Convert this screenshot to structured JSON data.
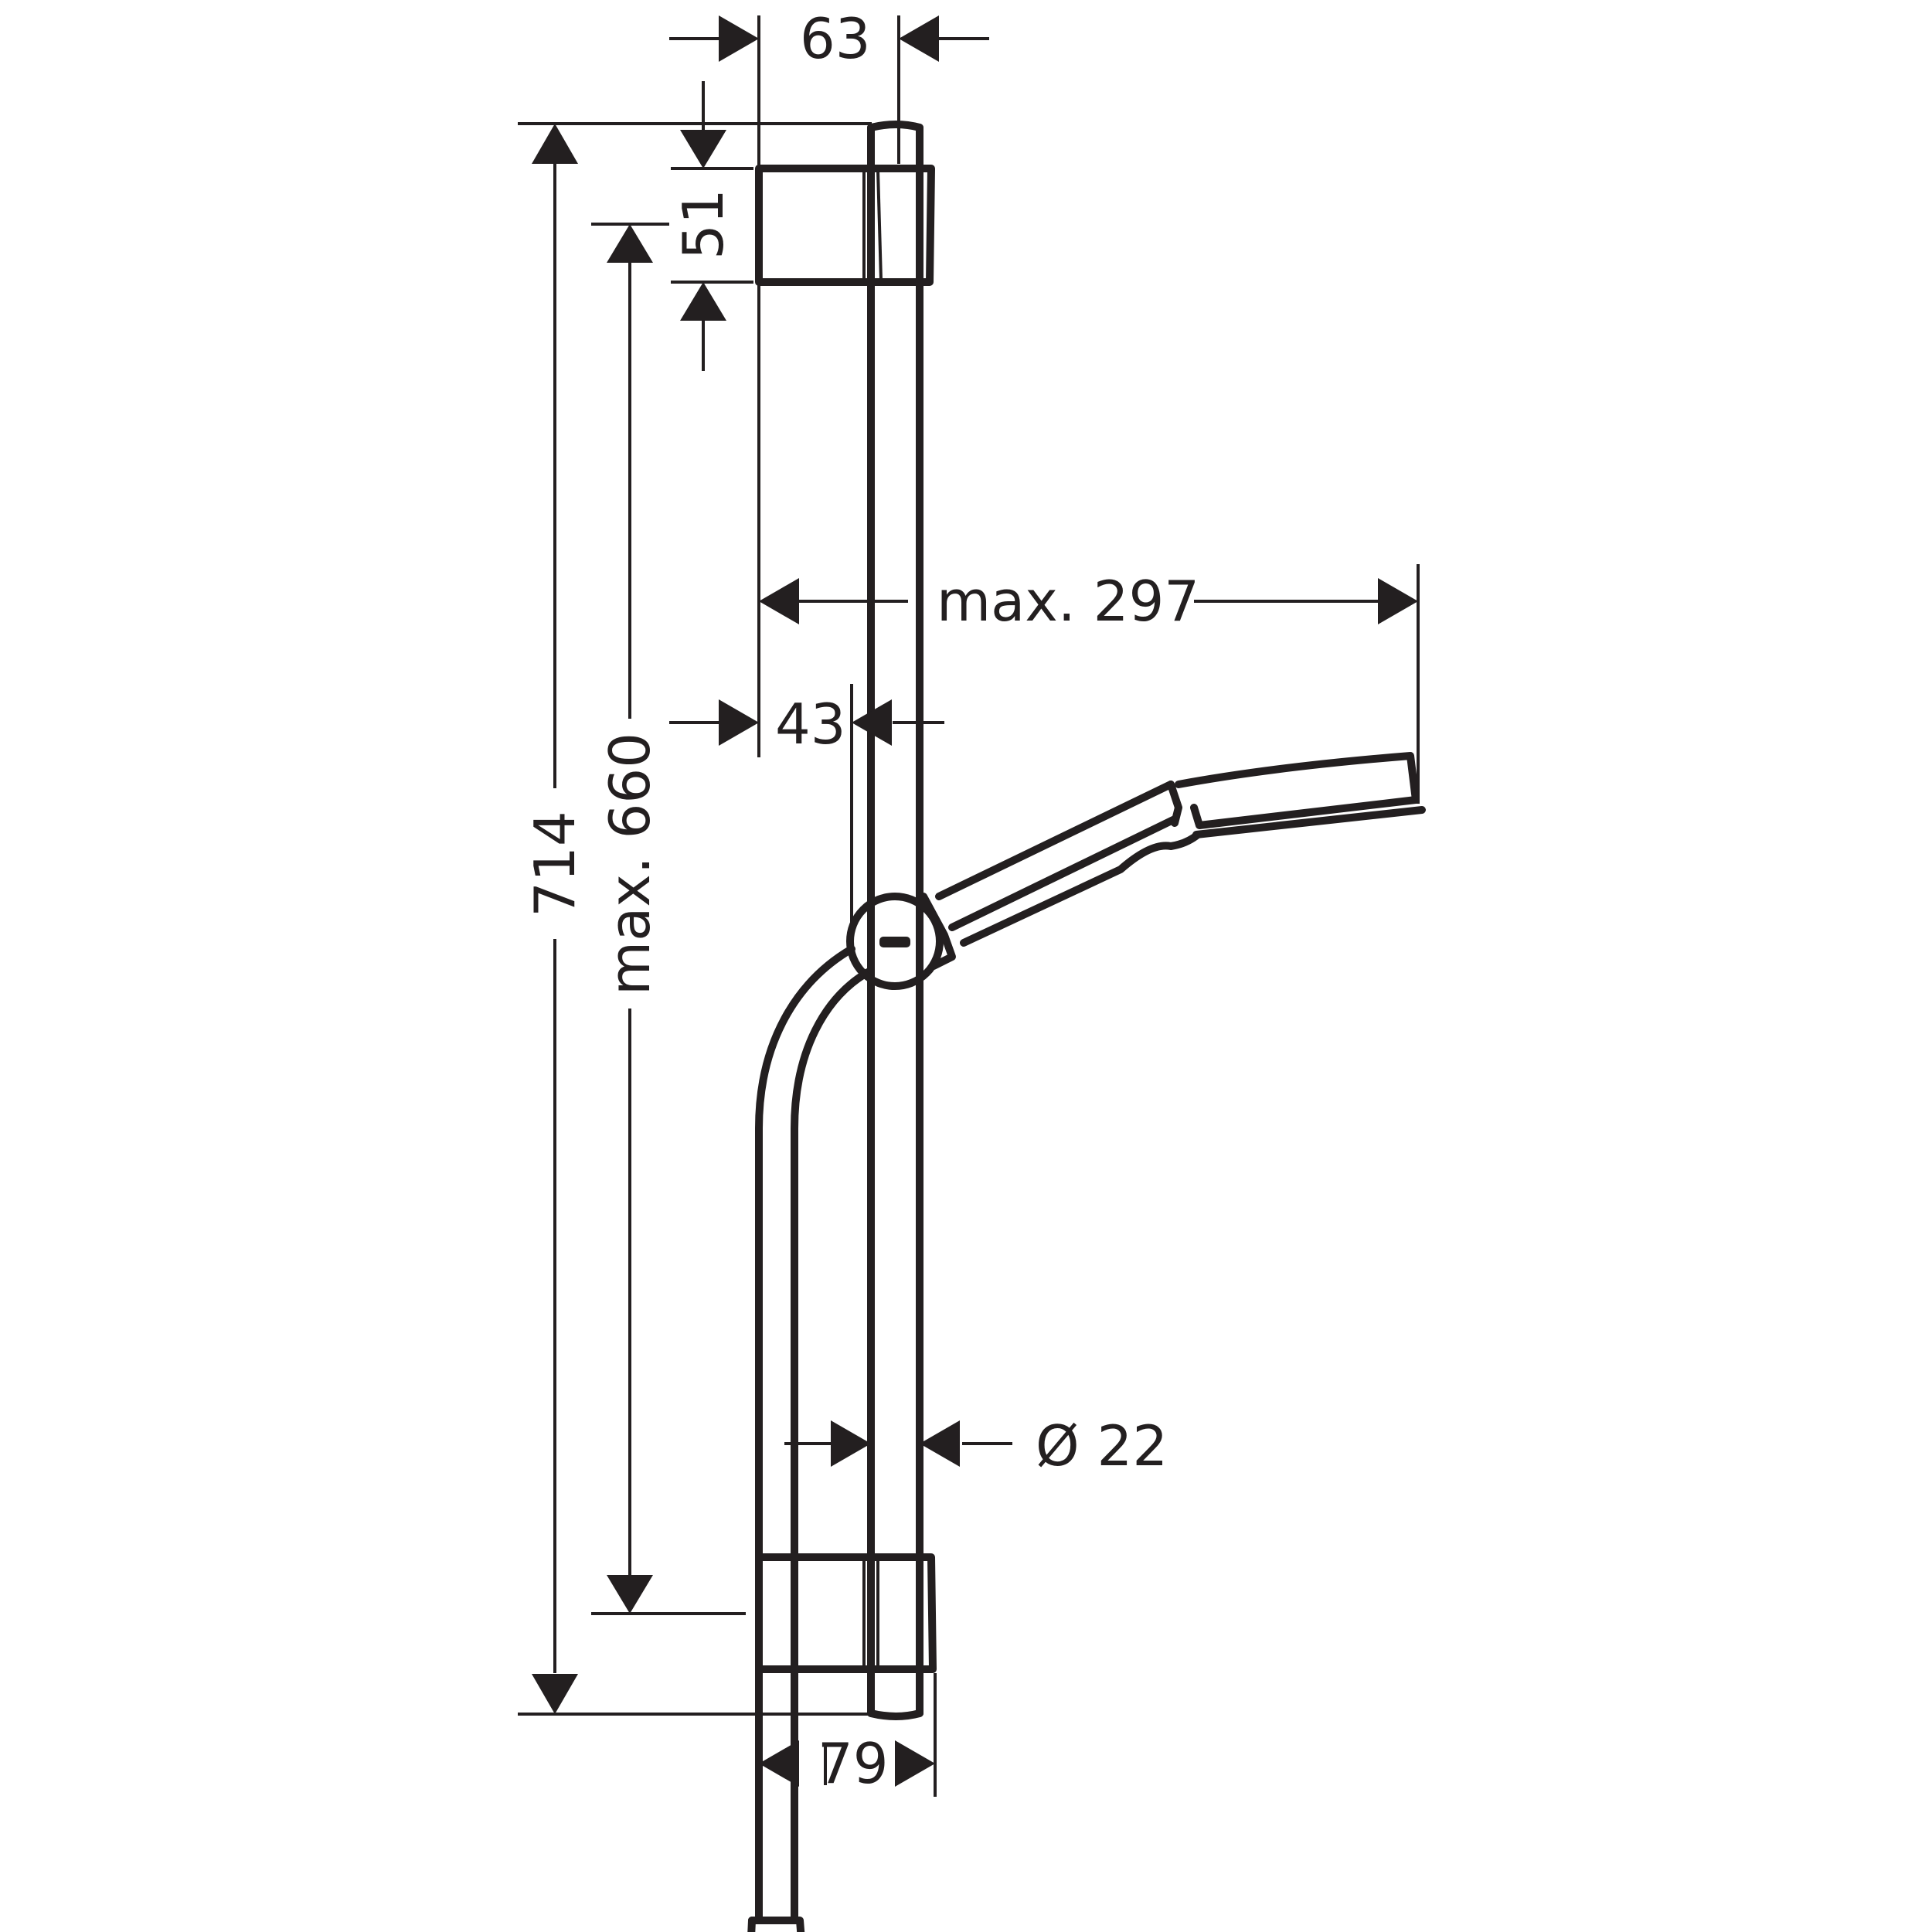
{
  "dimensions": {
    "top_width": "63",
    "holder_height": "51",
    "overall_height": "714",
    "max_height": "max. 660",
    "max_reach": "max. 297",
    "handle_offset": "43",
    "rail_diameter": "Ø 22",
    "bottom_width": "79"
  },
  "colors": {
    "line": "#231f20",
    "background": "#ffffff"
  }
}
